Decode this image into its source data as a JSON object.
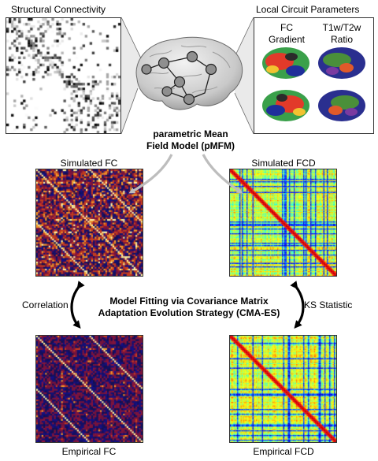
{
  "top": {
    "structural_connectivity_title": "Structural Connectivity",
    "local_circuit_title": "Local Circuit Parameters",
    "fc_gradient_label_line1": "FC",
    "fc_gradient_label_line2": "Gradient",
    "t1t2_label_line1": "T1w/T2w",
    "t1t2_label_line2": "Ratio"
  },
  "model": {
    "title_line1": "parametric Mean",
    "title_line2": "Field Model (pMFM)"
  },
  "matrices": {
    "simulated_fc": "Simulated FC",
    "simulated_fcd": "Simulated FCD",
    "empirical_fc": "Empirical FC",
    "empirical_fcd": "Empirical FCD"
  },
  "fitting": {
    "title_line1": "Model Fitting via Covariance Matrix",
    "title_line2": "Adaptation Evolution Strategy (CMA-ES)",
    "left_metric": "Correlation",
    "right_metric": "KS Statistic"
  },
  "colors": {
    "fc_background": "#14104a",
    "fcd_background": "#f2d84a",
    "arrow_gray": "#bdbdbd",
    "arrow_black": "#000000"
  }
}
